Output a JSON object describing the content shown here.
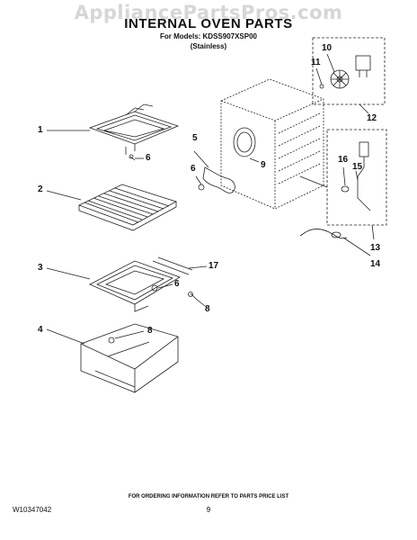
{
  "header": {
    "watermark": "AppliancePartsPros.com",
    "title": "INTERNAL OVEN PARTS",
    "models_line": "For Models: KDSS907XSP00",
    "finish_line": "(Stainless)"
  },
  "callouts": [
    "1",
    "6",
    "2",
    "3",
    "17",
    "6",
    "8",
    "4",
    "8",
    "5",
    "6",
    "9",
    "10",
    "11",
    "12",
    "16",
    "15",
    "13",
    "14"
  ],
  "footer": {
    "ordering_note": "FOR ORDERING INFORMATION REFER TO PARTS PRICE LIST",
    "doc_id": "W10347042",
    "page_number": "9"
  }
}
